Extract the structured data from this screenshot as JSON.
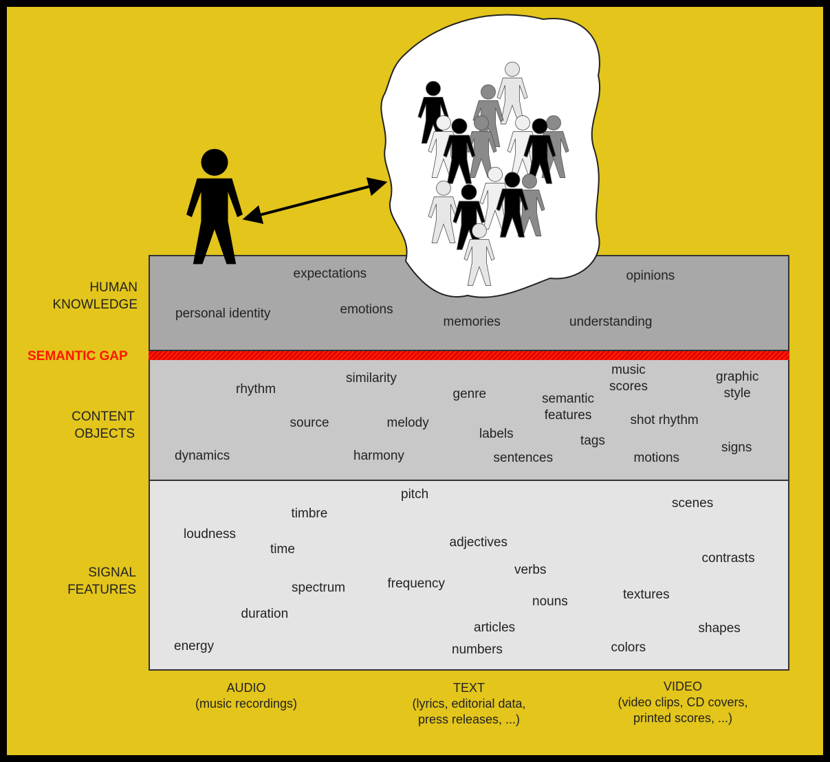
{
  "levels": {
    "human": "HUMAN\nKNOWLEDGE",
    "gap": "SEMANTIC GAP",
    "content": "CONTENT\nOBJECTS",
    "signal": "SIGNAL\nFEATURES"
  },
  "human_words": [
    "expectations",
    "opinions",
    "personal identity",
    "emotions",
    "memories",
    "understanding"
  ],
  "content_words": [
    "rhythm",
    "similarity",
    "music\nscores",
    "graphic\nstyle",
    "genre",
    "semantic\nfeatures",
    "source",
    "melody",
    "shot rhythm",
    "labels",
    "tags",
    "dynamics",
    "harmony",
    "sentences",
    "motions",
    "signs"
  ],
  "signal_words": [
    "pitch",
    "timbre",
    "scenes",
    "loudness",
    "time",
    "adjectives",
    "contrasts",
    "verbs",
    "spectrum",
    "frequency",
    "textures",
    "nouns",
    "duration",
    "articles",
    "shapes",
    "energy",
    "numbers",
    "colors"
  ],
  "modalities": [
    {
      "title": "AUDIO",
      "sub": "(music recordings)"
    },
    {
      "title": "TEXT",
      "sub": "(lyrics, editorial data,\npress releases, ...)"
    },
    {
      "title": "VIDEO",
      "sub": "(video clips, CD covers,\nprinted scores, ...)"
    }
  ],
  "figure_shades": [
    "black",
    "white",
    "gray"
  ],
  "colors": {
    "background": "#e3c51c",
    "gap": "#ff1500",
    "human_band": "#a8a8a8",
    "content_band": "#c8c8c8",
    "signal_band": "#e4e4e4"
  }
}
